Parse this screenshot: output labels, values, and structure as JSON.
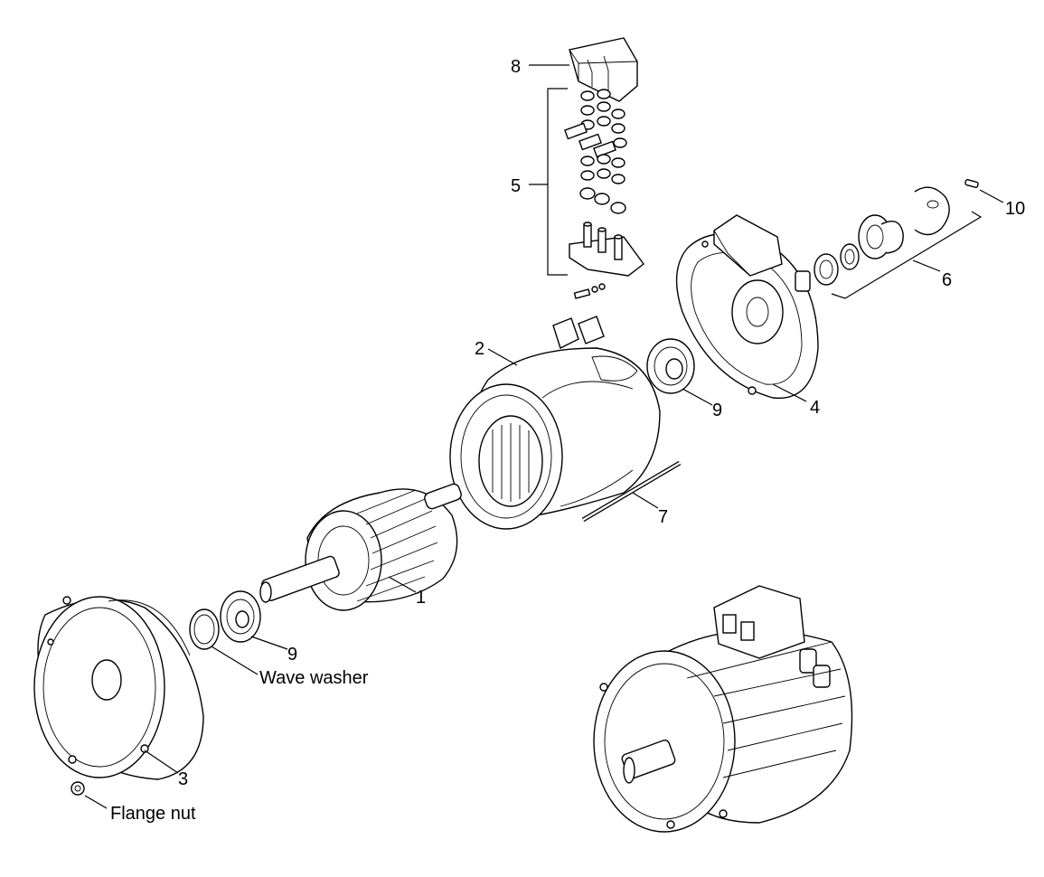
{
  "labels": {
    "p1": "1",
    "p2": "2",
    "p3": "3",
    "p4": "4",
    "p5": "5",
    "p6": "6",
    "p7": "7",
    "p8": "8",
    "p9a": "9",
    "p9b": "9",
    "p10": "10",
    "wave_washer": "Wave washer",
    "flange_nut": "Flange nut"
  }
}
